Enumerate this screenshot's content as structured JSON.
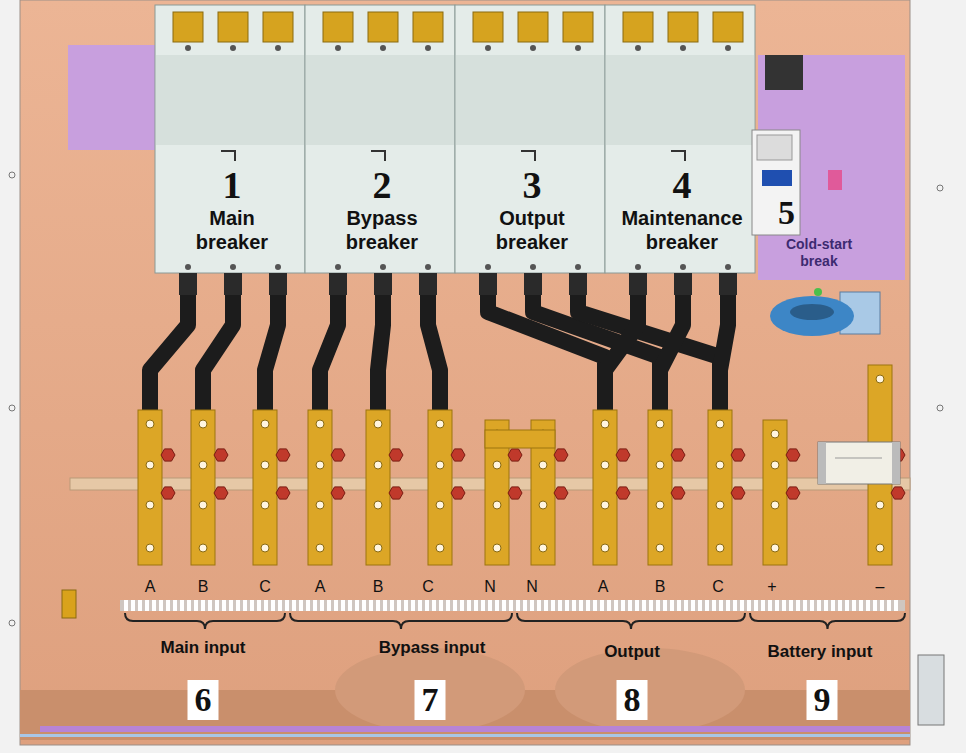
{
  "diagram": {
    "nodes": [
      {
        "text": [
          "1",
          "Main breaker"
        ]
      },
      {
        "text": [
          "2",
          "Bypass breaker"
        ]
      },
      {
        "text": [
          "3",
          "Output breaker"
        ]
      },
      {
        "text": [
          "4",
          "Maintenance breaker"
        ]
      },
      {
        "text": [
          "5",
          "Cold-start break"
        ]
      }
    ],
    "labels": [
      "A",
      "B",
      "C",
      "A",
      "B",
      "C",
      "N",
      "N",
      "A",
      "B",
      "C",
      "+",
      "–",
      "Main input",
      "Bypass input",
      "Output",
      "Battery input",
      "6",
      "7",
      "8",
      "9"
    ]
  }
}
